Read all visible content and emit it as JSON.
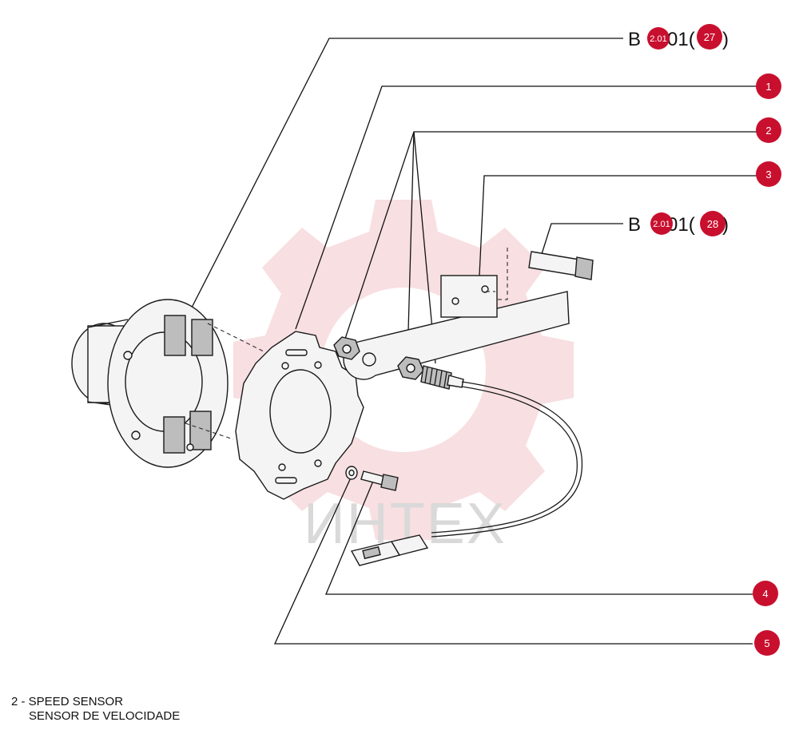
{
  "references": [
    {
      "prefix": "B",
      "suffix": "01(",
      "close": ")",
      "badge_left": "2.01",
      "badge_right": "27"
    },
    {
      "prefix": "B",
      "suffix": "01(",
      "close": ")",
      "badge_left": "2.01",
      "badge_right": "28"
    }
  ],
  "callouts": [
    "1",
    "2",
    "3",
    "4",
    "5"
  ],
  "watermark": "ИНТЕХ",
  "caption": {
    "line1": "2 - SPEED SENSOR",
    "line2": "SENSOR DE VELOCIDADE"
  },
  "colors": {
    "badge": "#c8102e",
    "watermark_gear": "#f3c4c8",
    "line": "#111111"
  }
}
